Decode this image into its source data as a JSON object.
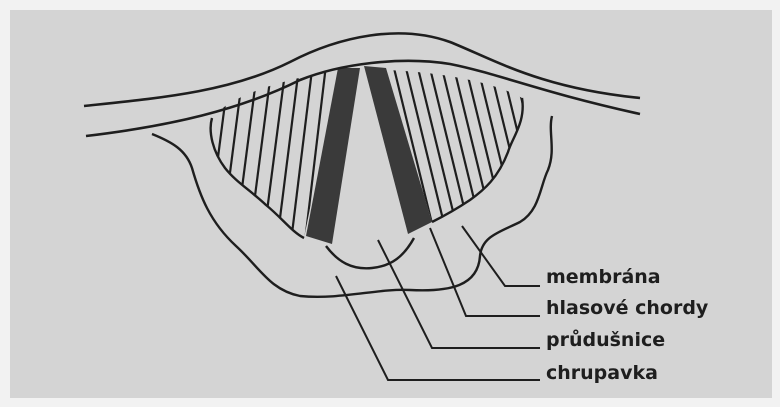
{
  "diagram": {
    "labels": {
      "membrana": "membrána",
      "hlasove_chordy": "hlasové chordy",
      "prudusnice": "průdušnice",
      "chrupavka": "chrupavka"
    }
  },
  "colors": {
    "background": "#d4d4d4",
    "outer_frame": "#f2f2f2",
    "ink": "#1e1e1e",
    "vocal_cords": "#3a3a3a"
  }
}
